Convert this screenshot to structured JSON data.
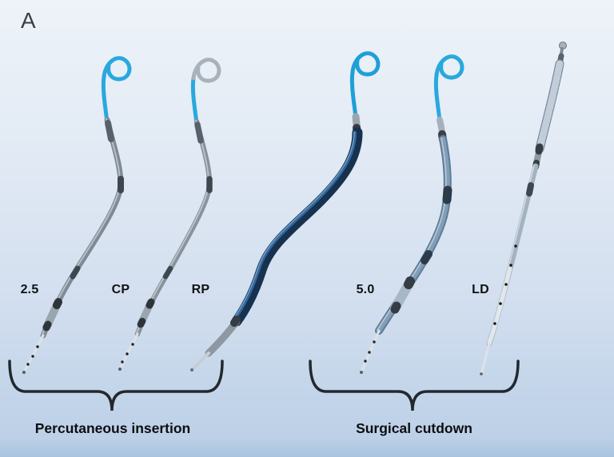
{
  "figure": {
    "panel_label": "A"
  },
  "devices": [
    {
      "label": "2.5"
    },
    {
      "label": "CP"
    },
    {
      "label": "RP"
    },
    {
      "label": "5.0"
    },
    {
      "label": "LD"
    }
  ],
  "groups": [
    {
      "label": "Percutaneous insertion"
    },
    {
      "label": "Surgical cutdown"
    }
  ],
  "colors": {
    "pigtail_blue": "#29a8de",
    "gray_loop": "#a9b2ba",
    "rp_body_navy": "#16324f",
    "shaft_gray": "#7e8a95",
    "braided_blue": "#5f7d99",
    "bracket": "#23282e",
    "label_text": "#101214",
    "background_top": "#eef3f9",
    "background_bottom": "#a9c2de"
  }
}
